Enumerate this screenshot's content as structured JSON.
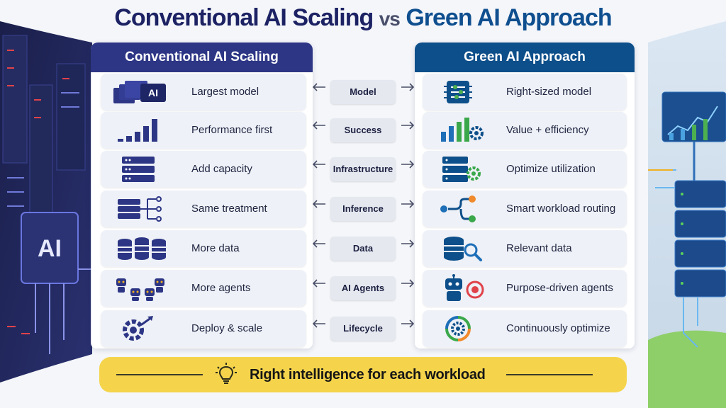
{
  "title": {
    "left": "Conventional AI Scaling",
    "vs": "vs",
    "right": "Green AI Approach"
  },
  "columns": {
    "left_header": "Conventional AI Scaling",
    "right_header": "Green AI Approach"
  },
  "rows": [
    {
      "dimension": "Model",
      "conventional": "Largest model",
      "green": "Right-sized model",
      "conventional_icon": "ai-stack-icon",
      "green_icon": "chip-tuning-icon"
    },
    {
      "dimension": "Success",
      "conventional": "Performance first",
      "green": "Value + efficiency",
      "conventional_icon": "bar-growth-icon",
      "green_icon": "bars-gear-icon"
    },
    {
      "dimension": "Infrastructure",
      "conventional": "Add capacity",
      "green": "Optimize utilization",
      "conventional_icon": "server-stack-icon",
      "green_icon": "server-gear-icon"
    },
    {
      "dimension": "Inference",
      "conventional": "Same treatment",
      "green": "Smart workload routing",
      "conventional_icon": "server-fanout-icon",
      "green_icon": "routing-icon"
    },
    {
      "dimension": "Data",
      "conventional": "More data",
      "green": "Relevant data",
      "conventional_icon": "database-group-icon",
      "green_icon": "database-search-icon"
    },
    {
      "dimension": "AI Agents",
      "conventional": "More agents",
      "green": "Purpose-driven agents",
      "conventional_icon": "robot-group-icon",
      "green_icon": "robot-target-icon"
    },
    {
      "dimension": "Lifecycle",
      "conventional": "Deploy & scale",
      "green": "Continuously optimize",
      "conventional_icon": "gear-arrow-icon",
      "green_icon": "gear-cycle-icon"
    }
  ],
  "decor": {
    "left_panel_text": "AI"
  },
  "banner": {
    "text": "Right intelligence for each workload",
    "icon": "lightbulb-icon"
  },
  "colors": {
    "navy": "#2d3685",
    "blue": "#0d4f8a",
    "green": "#3aa84a",
    "yellow": "#f5d44c",
    "orange": "#f08a2c"
  }
}
